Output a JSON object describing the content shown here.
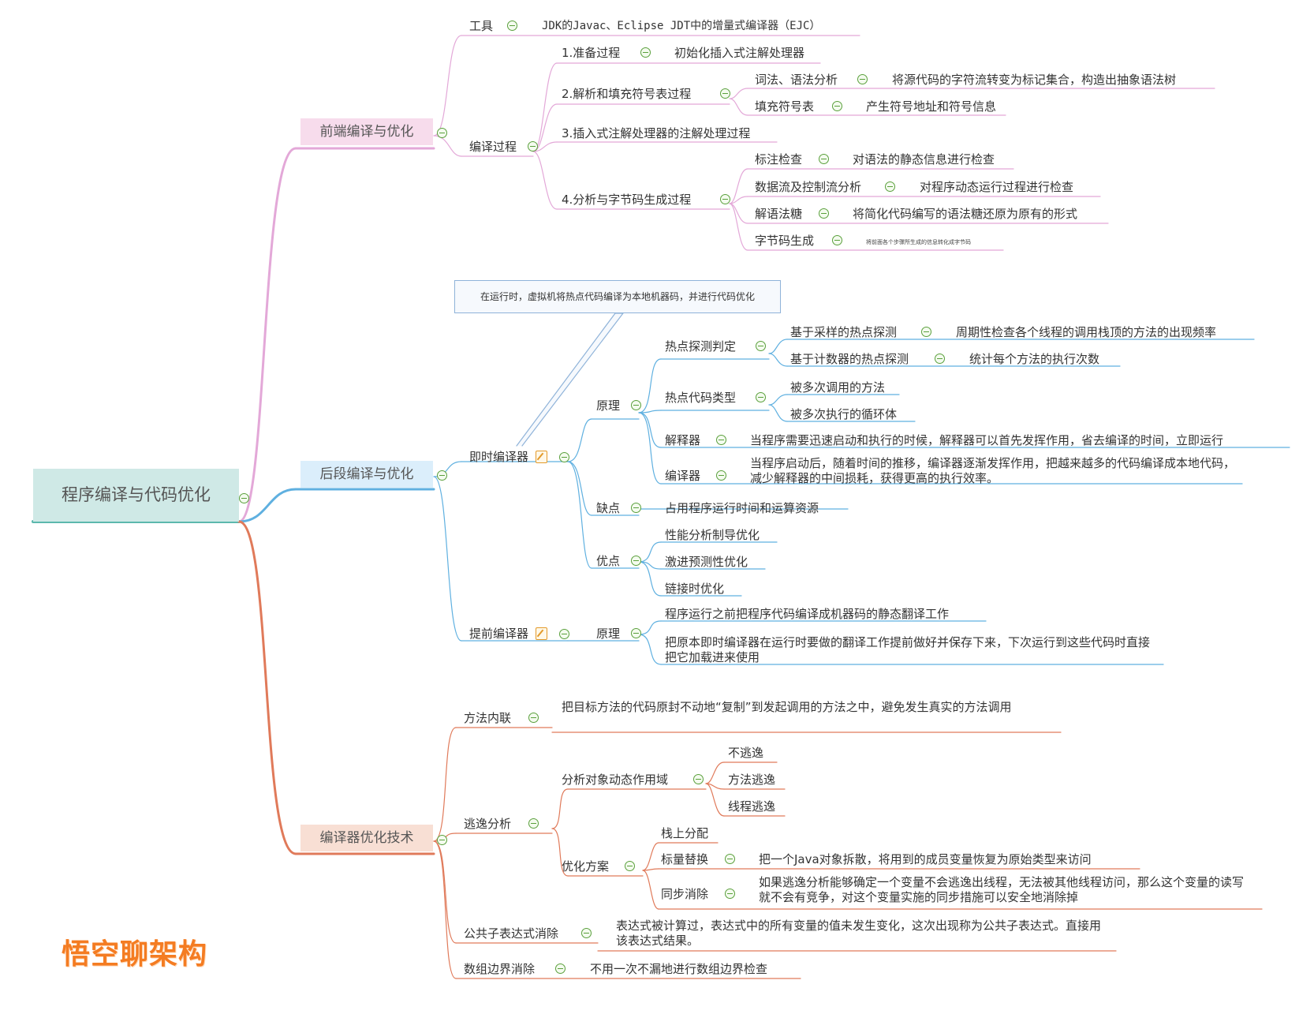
{
  "root": "程序编译与代码优化",
  "branches": {
    "front": {
      "label": "前端编译与优化",
      "tool_label": "工具",
      "tool_value": "JDK的Javac、Eclipse JDT中的增量式编译器（EJC）",
      "process_label": "编译过程",
      "step1": "1.准备过程",
      "step1_value": "初始化插入式注解处理器",
      "step2": "2.解析和填充符号表过程",
      "lex": "词法、语法分析",
      "lex_value": "将源代码的字符流转变为标记集合，构造出抽象语法树",
      "symtab": "填充符号表",
      "symtab_value": "产生符号地址和符号信息",
      "step3": "3.插入式注解处理器的注解处理过程",
      "step4": "4.分析与字节码生成过程",
      "annot": "标注检查",
      "annot_value": "对语法的静态信息进行检查",
      "dataflow": "数据流及控制流分析",
      "dataflow_value": "对程序动态运行过程进行检查",
      "sugar": "解语法糖",
      "sugar_value": "将简化代码编写的语法糖还原为原有的形式",
      "bytecode": "字节码生成",
      "bytecode_value": "将前面各个步骤所生成的信息转化成字节码"
    },
    "back": {
      "label": "后段编译与优化",
      "jit_note": "在运行时，虚拟机将热点代码编译为本地机器码，并进行代码优化",
      "jit_label": "即时编译器",
      "principle": "原理",
      "hotspot_detect": "热点探测判定",
      "sample": "基于采样的热点探测",
      "sample_value": "周期性检查各个线程的调用栈顶的方法的出现频率",
      "counter": "基于计数器的热点探测",
      "counter_value": "统计每个方法的执行次数",
      "hot_type": "热点代码类型",
      "hot_a": "被多次调用的方法",
      "hot_b": "被多次执行的循环体",
      "interp": "解释器",
      "interp_value": "当程序需要迅速启动和执行的时候，解释器可以首先发挥作用，省去编译的时间，立即运行",
      "compiler": "编译器",
      "compiler_value": "当程序启动后，随着时间的推移，编译器逐渐发挥作用，把越来越多的代码编译成本地代码，减少解释器的中间损耗，获得更高的执行效率。",
      "cons": "缺点",
      "cons_value": "占用程序运行时间和运算资源",
      "pros": "优点",
      "pros_a": "性能分析制导优化",
      "pros_b": "激进预测性优化",
      "pros_c": "链接时优化",
      "aot_label": "提前编译器",
      "aot_principle": "原理",
      "aot_a": "程序运行之前把程序代码编译成机器码的静态翻译工作",
      "aot_b": "把原本即时编译器在运行时要做的翻译工作提前做好并保存下来，下次运行到这些代码时直接把它加载进来使用"
    },
    "opt": {
      "label": "编译器优化技术",
      "inline": "方法内联",
      "inline_value": "把目标方法的代码原封不动地“复制”到发起调用的方法之中，避免发生真实的方法调用",
      "escape": "逃逸分析",
      "scope": "分析对象动态作用域",
      "no_escape": "不逃逸",
      "method_escape": "方法逃逸",
      "thread_escape": "线程逃逸",
      "plan": "优化方案",
      "stack_alloc": "栈上分配",
      "scalar": "标量替换",
      "scalar_value": "把一个Java对象拆散，将用到的成员变量恢复为原始类型来访问",
      "sync": "同步消除",
      "sync_value": "如果逃逸分析能够确定一个变量不会逃逸出线程，无法被其他线程访问，那么这个变量的读写就不会有竞争，对这个变量实施的同步措施可以安全地消除掉",
      "cse": "公共子表达式消除",
      "cse_value": "表达式被计算过，表达式中的所有变量的值未发生变化，这次出现称为公共子表达式。直接用该表达式结果。",
      "bce": "数组边界消除",
      "bce_value": "不用一次不漏地进行数组边界检查"
    }
  },
  "watermark": "悟空聊架构",
  "colors": {
    "front": "#e39ad4",
    "back": "#5fb0e0",
    "opt": "#e07a5a",
    "root": "#5cb8ad",
    "leaf_line": "#888888"
  }
}
